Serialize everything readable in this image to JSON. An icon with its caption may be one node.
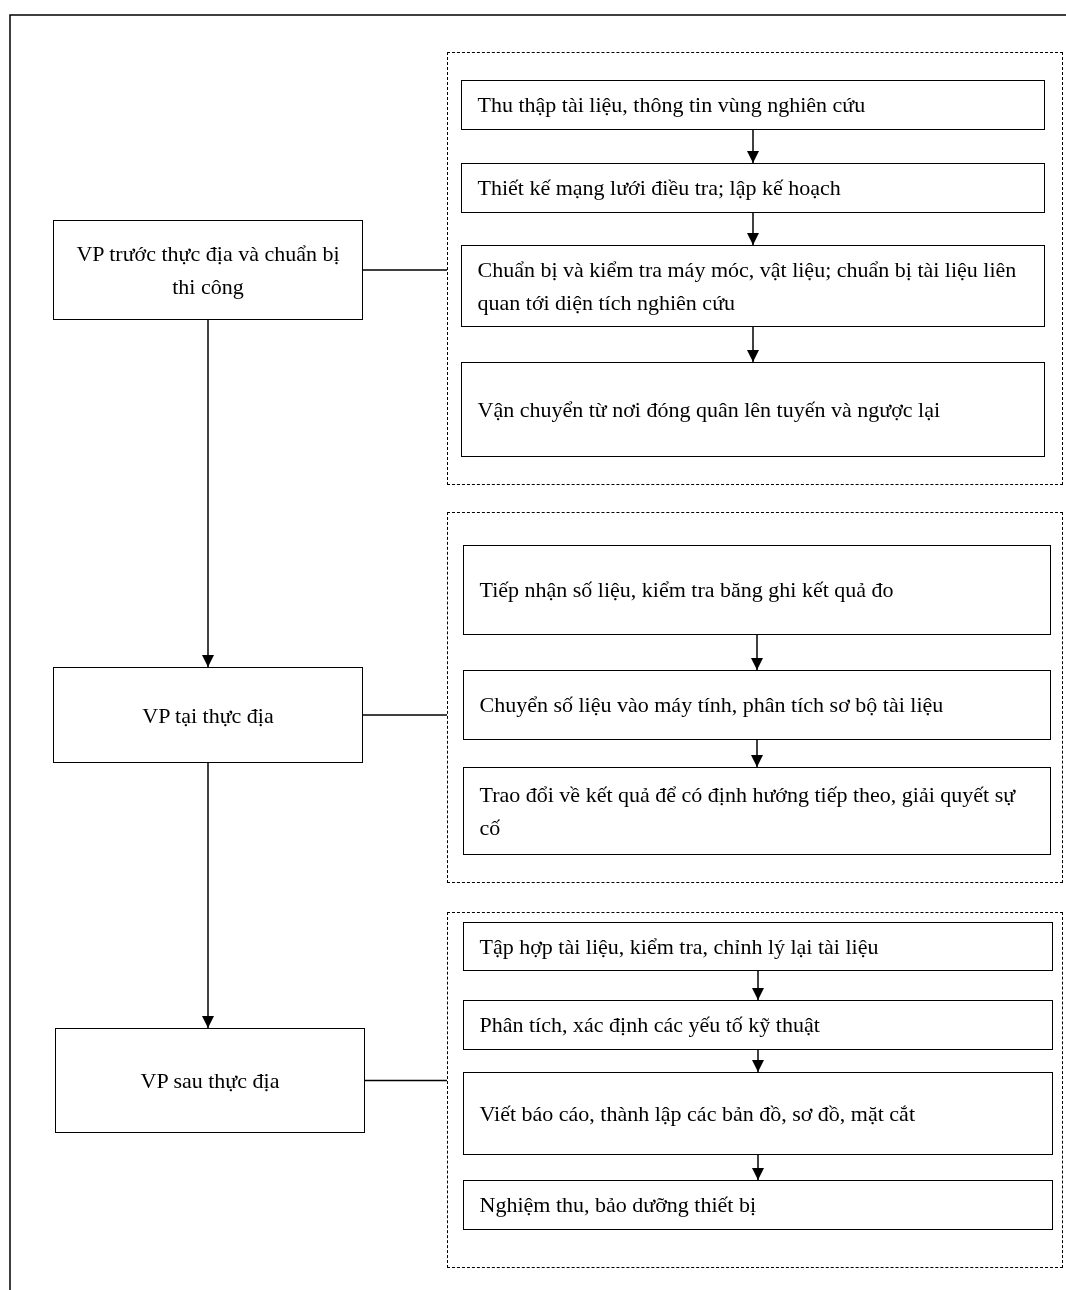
{
  "diagram": {
    "nodes": [
      {
        "text": [
          "VP trước thực địa và chuẩn bị thi công"
        ]
      },
      {
        "text": [],
        "shape": "box"
      },
      {
        "text": [
          "Thu thập tài liệu, thông tin vùng nghiên cứu"
        ],
        "in": 1
      },
      {
        "text": [
          "Thiết kế mạng lưới điều tra; lập kế hoạch"
        ],
        "in": 1
      },
      {
        "text": [
          "Chuẩn bị và kiểm tra máy móc, vật liệu; chuẩn bị tài liệu liên quan tới diện tích nghiên cứu"
        ],
        "in": 1
      },
      {
        "text": [
          "Vận chuyển từ nơi đóng quân lên tuyến và ngược lại"
        ],
        "in": 1
      },
      {
        "text": [
          "VP tại thực địa"
        ]
      },
      {
        "text": [],
        "shape": "box"
      },
      {
        "text": [
          "Tiếp nhận số liệu, kiểm tra băng ghi kết quả đo"
        ],
        "in": 7
      },
      {
        "text": [
          "Chuyển số liệu vào máy tính, phân tích sơ bộ tài liệu"
        ],
        "in": 7
      },
      {
        "text": [
          "Trao đổi về kết quả để có định hướng tiếp theo, giải quyết sự cố"
        ],
        "in": 7
      },
      {
        "text": [
          "VP sau thực địa"
        ]
      },
      {
        "text": [],
        "shape": "box"
      },
      {
        "text": [
          "Tập hợp tài liệu, kiểm tra, chỉnh lý lại tài liệu"
        ],
        "in": 12
      },
      {
        "text": [
          "Phân tích, xác định các yếu tố kỹ thuật"
        ],
        "in": 12
      },
      {
        "text": [
          "Viết báo cáo, thành lập các bản đồ, sơ đồ, mặt cắt"
        ],
        "in": 12
      },
      {
        "text": [
          "Nghiệm thu, bảo dưỡng thiết bị"
        ],
        "in": 12
      }
    ],
    "edges": [
      {
        "from": 0,
        "to": 6,
        "arrow": "to"
      },
      {
        "from": 6,
        "to": 11,
        "arrow": "to"
      },
      {
        "from": 0,
        "to": 1,
        "arrow": "none"
      },
      {
        "from": 6,
        "to": 7,
        "arrow": "none"
      },
      {
        "from": 11,
        "to": 12,
        "arrow": "none"
      },
      {
        "from": 2,
        "to": 3,
        "arrow": "to"
      },
      {
        "from": 3,
        "to": 4,
        "arrow": "to"
      },
      {
        "from": 4,
        "to": 5,
        "arrow": "to"
      },
      {
        "from": 8,
        "to": 9,
        "arrow": "to"
      },
      {
        "from": 9,
        "to": 10,
        "arrow": "to"
      },
      {
        "from": 13,
        "to": 14,
        "arrow": "to"
      },
      {
        "from": 14,
        "to": 15,
        "arrow": "to"
      },
      {
        "from": 15,
        "to": 16,
        "arrow": "to"
      }
    ]
  }
}
